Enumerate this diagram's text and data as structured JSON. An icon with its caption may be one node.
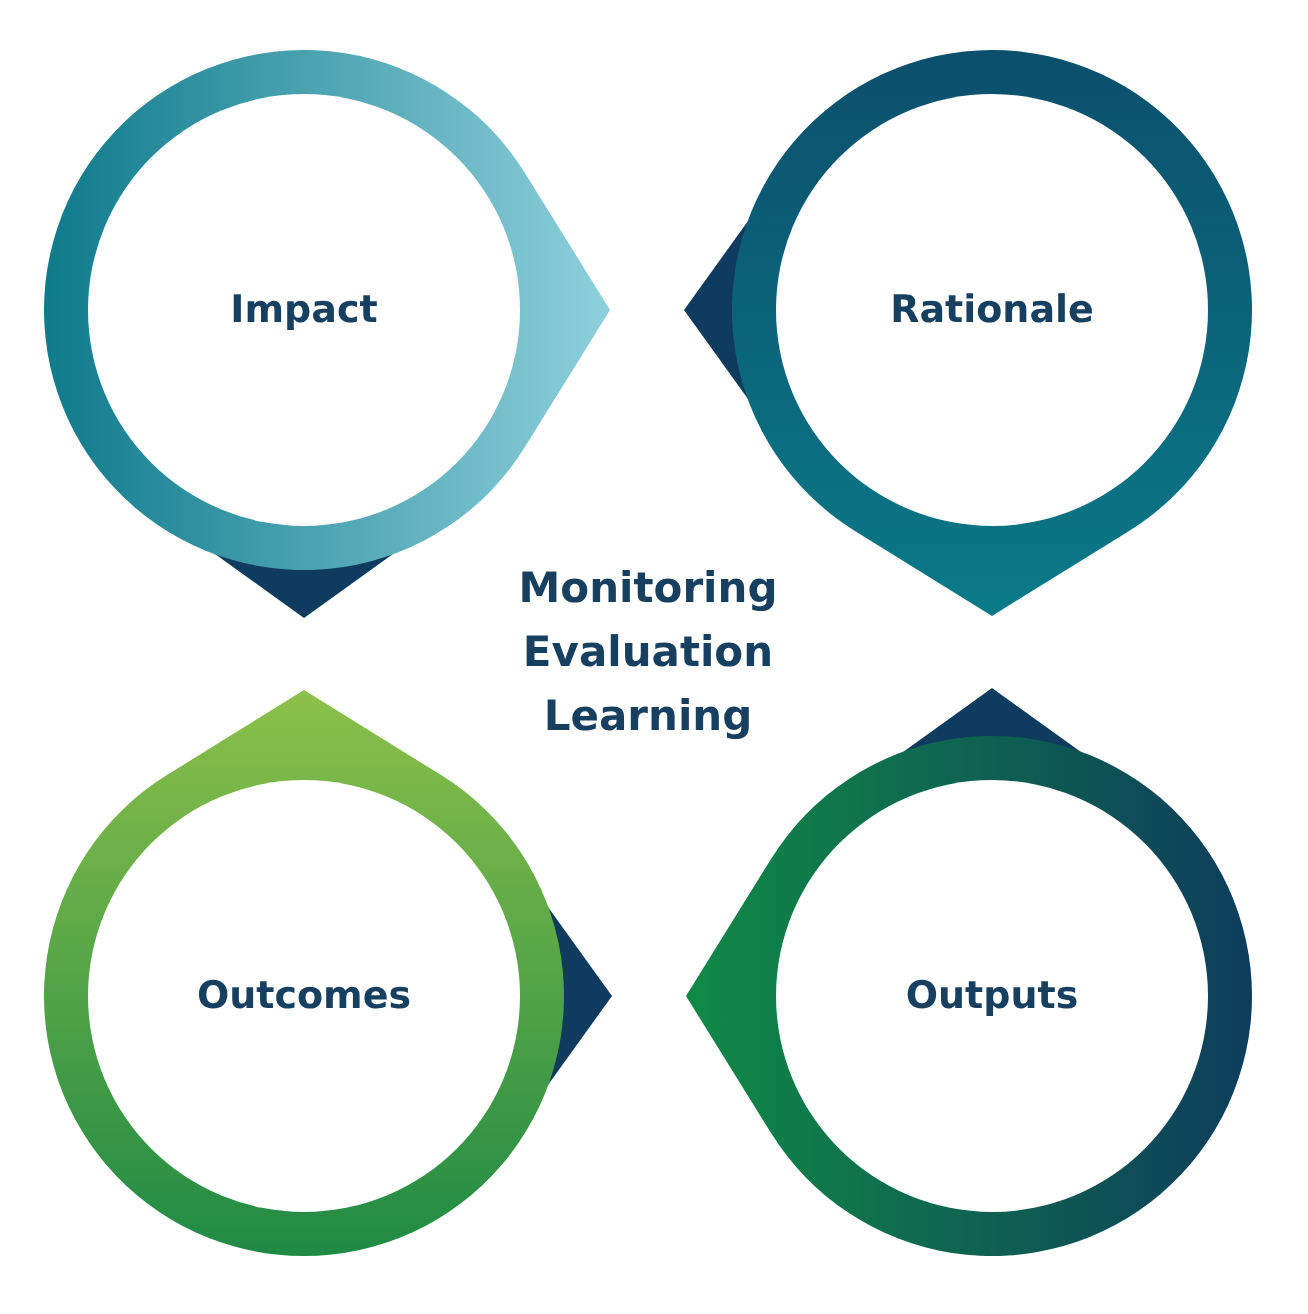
{
  "diagram": {
    "nodes": [
      {
        "text": [
          "Impact"
        ]
      },
      {
        "text": [
          "Rationale"
        ]
      },
      {
        "text": [
          "Outcomes"
        ]
      },
      {
        "text": [
          "Outputs"
        ]
      }
    ],
    "labels": [
      "Monitoring Evaluation Learning"
    ]
  }
}
